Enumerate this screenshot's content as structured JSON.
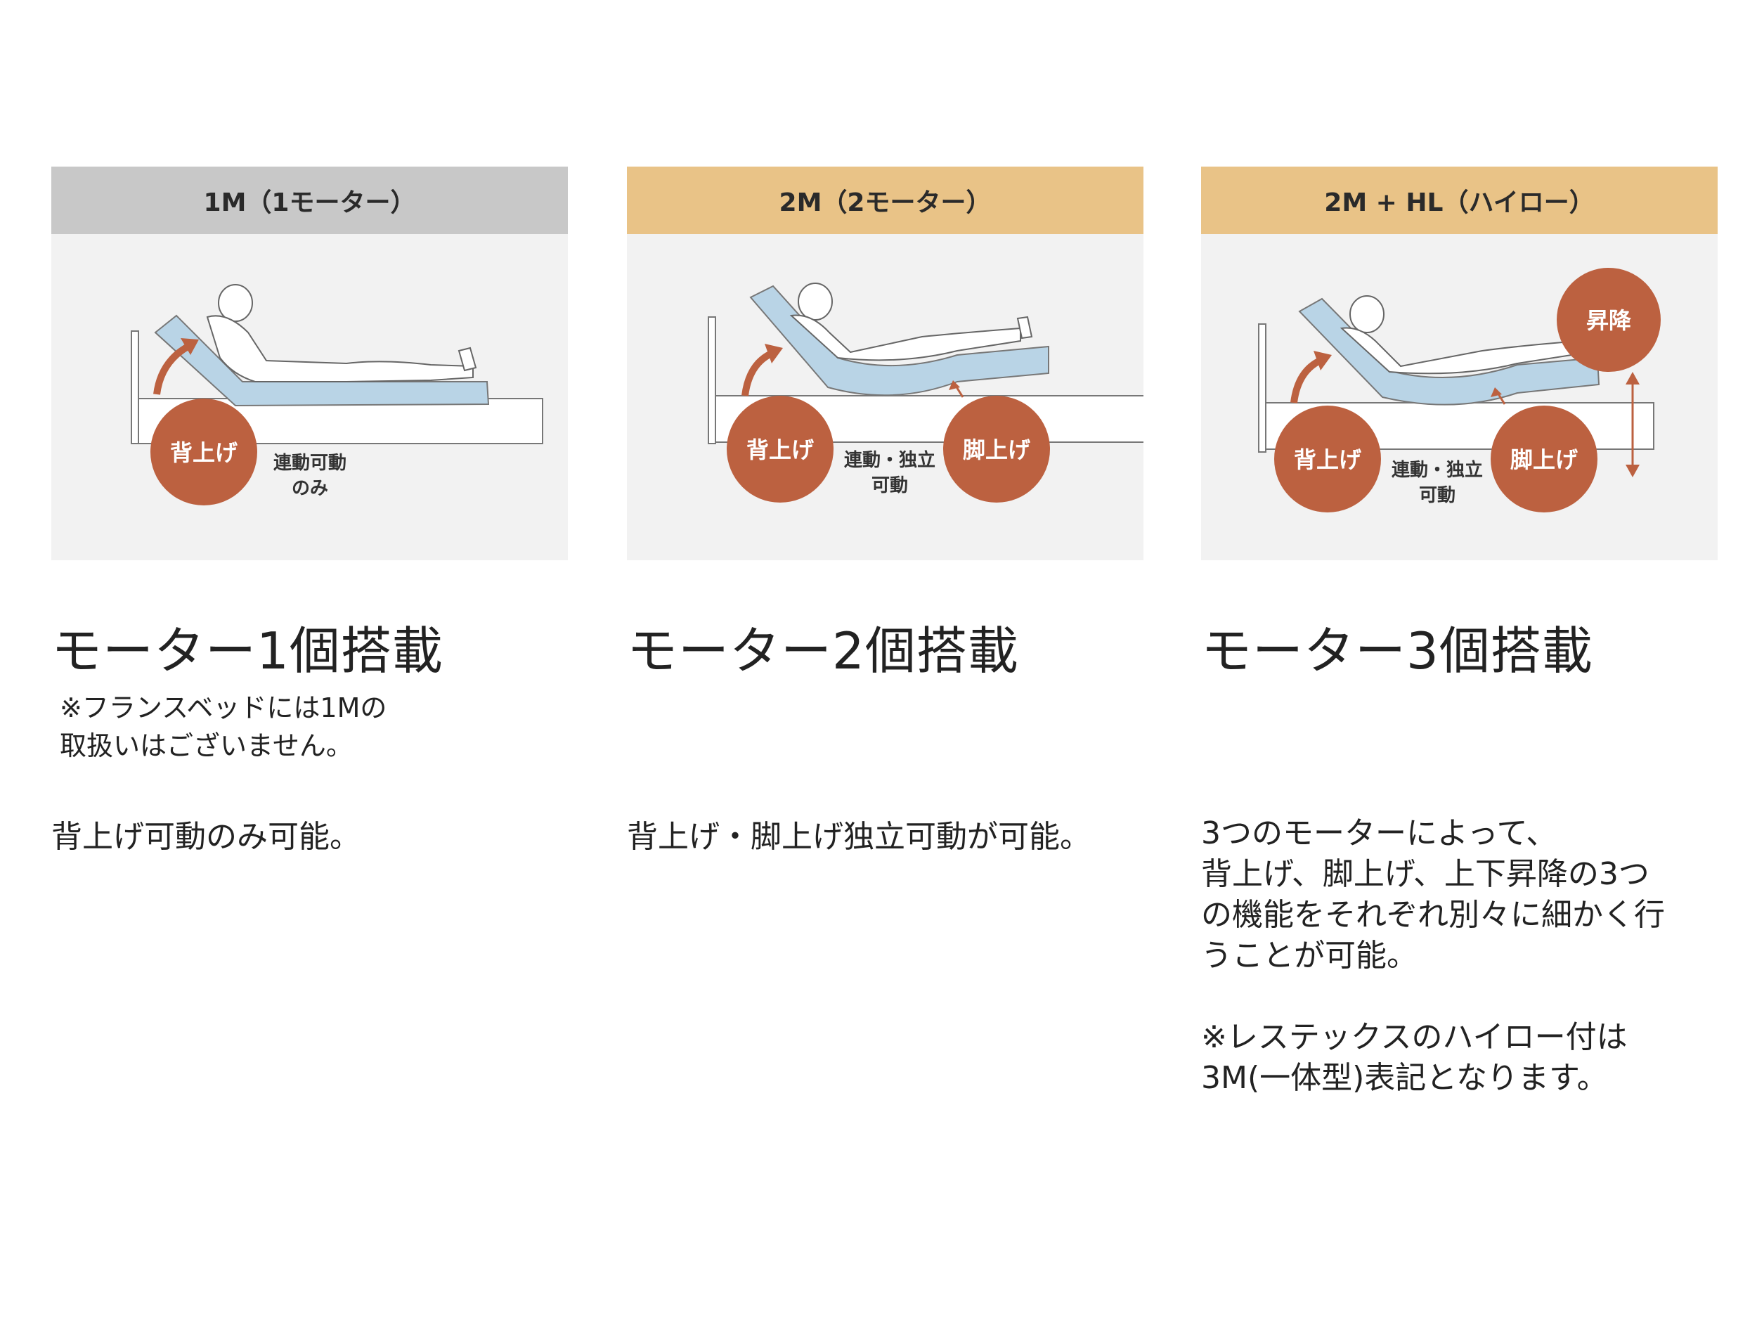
{
  "colors": {
    "header_1m": "#c8c8c8",
    "header_2m": "#e9c387",
    "card_bg": "#f2f2f2",
    "mattress": "#b9d4e6",
    "circle": "#bc6140",
    "text": "#222222"
  },
  "columns": [
    {
      "header": "1M（1モーター）",
      "diagram": {
        "circle_back": "背上げ",
        "note_line1": "連動可動",
        "note_line2": "のみ"
      },
      "heading": "モーター1個搭載",
      "note_line1": "※フランスベッドには1Mの",
      "note_line2": "取扱いはございません。",
      "desc_lines": [
        "背上げ可動のみ可能。"
      ]
    },
    {
      "header": "2M（2モーター）",
      "diagram": {
        "circle_back": "背上げ",
        "circle_leg": "脚上げ",
        "note_line1": "連動・独立",
        "note_line2": "可動"
      },
      "heading": "モーター2個搭載",
      "desc_lines": [
        "背上げ・脚上げ独立可動が可能。"
      ]
    },
    {
      "header": "2M + HL（ハイロー）",
      "diagram": {
        "circle_back": "背上げ",
        "circle_leg": "脚上げ",
        "circle_lift": "昇降",
        "note_line1": "連動・独立",
        "note_line2": "可動"
      },
      "heading": "モーター3個搭載",
      "desc_lines": [
        "3つのモーターによって、",
        "背上げ、脚上げ、上下昇降の3つ",
        "の機能をそれぞれ別々に細かく行",
        "うことが可能。"
      ],
      "desc_note_lines": [
        "※レステックスのハイロー付は",
        "3M(一体型)表記となります。"
      ]
    }
  ]
}
